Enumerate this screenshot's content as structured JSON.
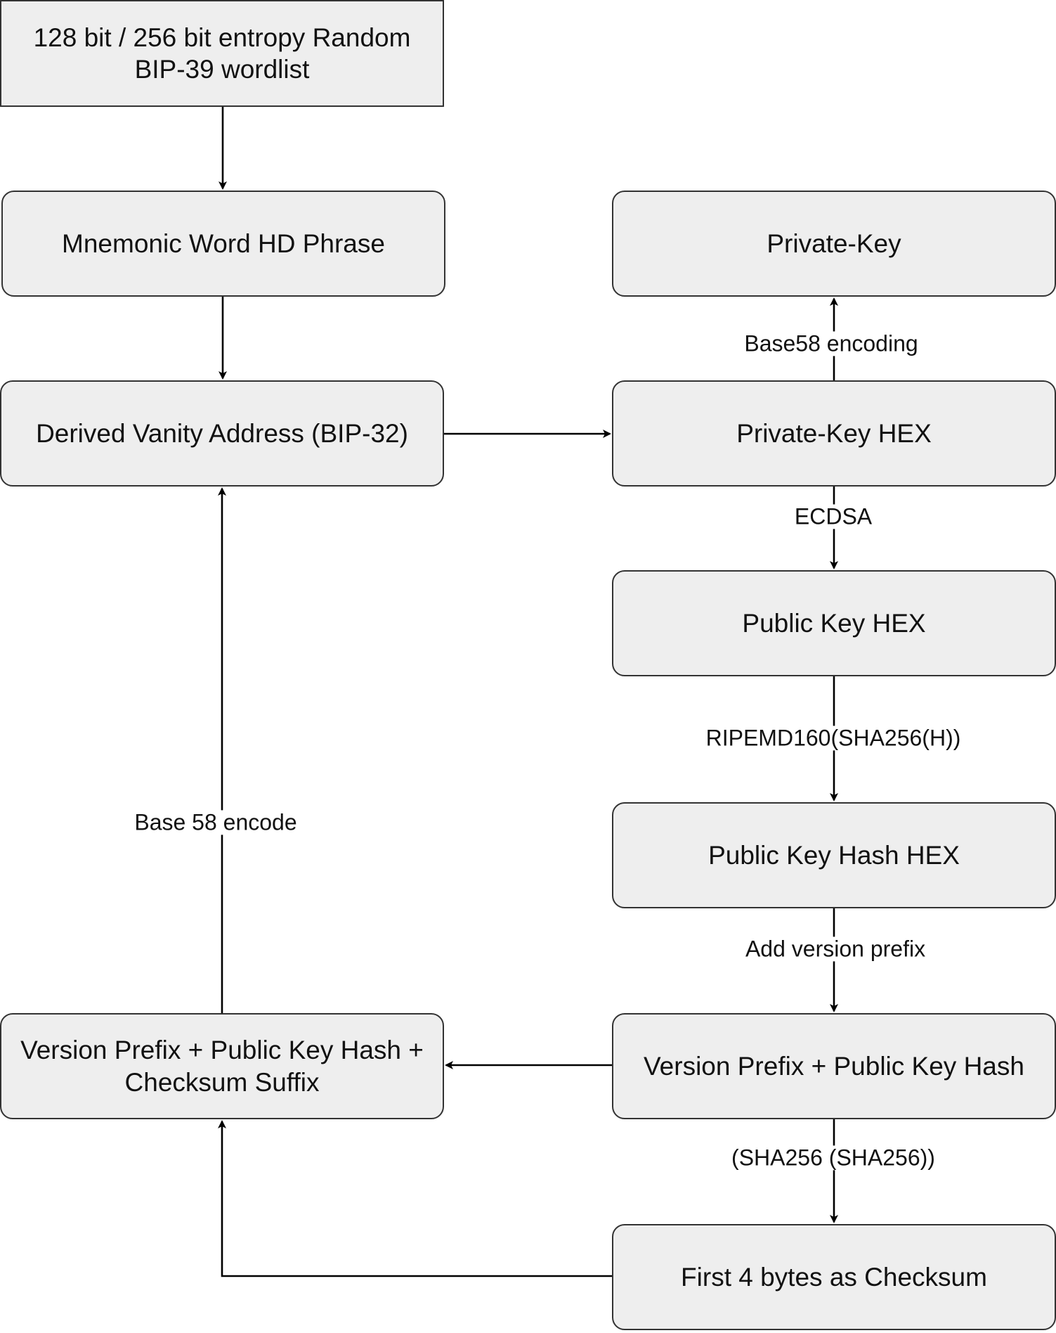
{
  "nodes": {
    "entropy": {
      "line1": "128 bit / 256 bit entropy Random",
      "line2": "BIP-39 wordlist"
    },
    "mnemonic": "Mnemonic Word HD Phrase",
    "derived": "Derived Vanity Address (BIP-32)",
    "private_key": "Private-Key",
    "private_key_hex": "Private-Key HEX",
    "public_key_hex": "Public Key HEX",
    "public_key_hash_hex": "Public Key Hash HEX",
    "version_prefix_hash": "Version Prefix + Public Key Hash",
    "version_full": {
      "line1": "Version Prefix + Public Key Hash +",
      "line2": "Checksum Suffix"
    },
    "checksum": "First 4 bytes as Checksum"
  },
  "edges": {
    "base58_encoding": "Base58 encoding",
    "ecdsa": "ECDSA",
    "ripemd": "RIPEMD160(SHA256(H))",
    "add_version": "Add version prefix",
    "double_sha": "(SHA256 (SHA256))",
    "base58_encode": "Base 58 encode"
  },
  "colors": {
    "box_fill": "#eeeeee",
    "box_stroke": "#333333",
    "edge": "#000000"
  }
}
